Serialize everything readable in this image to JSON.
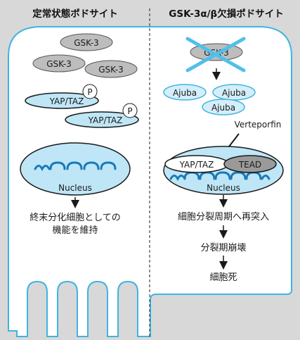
{
  "headers": {
    "left": "定常状態ポドサイト",
    "right": "GSK-3α/β欠損ポドサイト"
  },
  "left": {
    "gsk": [
      "GSK-3",
      "GSK-3",
      "GSK-3"
    ],
    "yap": [
      "YAP/TAZ",
      "YAP/TAZ"
    ],
    "phospho": [
      "P",
      "P"
    ],
    "nucleus": "Nucleus",
    "outcome_line1": "終末分化細胞としての",
    "outcome_line2": "機能を維持"
  },
  "right": {
    "gsk": "GSK-3",
    "ajuba": [
      "Ajuba",
      "Ajuba",
      "Ajuba"
    ],
    "drug": "Verteporfin",
    "yap": "YAP/TAZ",
    "tead": "TEAD",
    "nucleus": "Nucleus",
    "steps": [
      "細胞分裂周期へ再突入",
      "分裂期崩壊",
      "細胞死"
    ]
  },
  "colors": {
    "background": "#d8d8d8",
    "cell_fill": "#ffffff",
    "cell_stroke": "#3fb4e0",
    "nucleus_fill": "#bfe6f6",
    "gsk_fill": "#bdbdbd",
    "ajuba_fill": "#d4eefa",
    "tead_fill": "#9a9a9a",
    "cross": "#4fc0ea"
  }
}
